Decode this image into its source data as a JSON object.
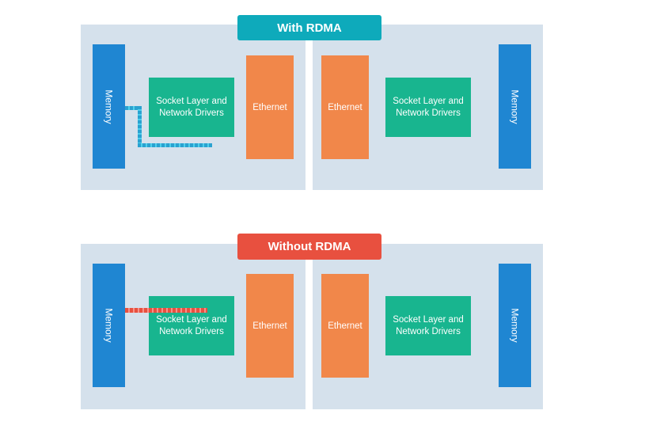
{
  "colors": {
    "panel": "#d5e1ec",
    "memory": "#1f86d2",
    "socket": "#18b58f",
    "ethernet": "#f1874a",
    "with_rdma_title": "#0eaabb",
    "without_rdma_title": "#e8503f",
    "rdma_path": "#2aa2d0",
    "no_rdma_path": "#e8503f"
  },
  "with_rdma": {
    "title": "With RDMA",
    "left": {
      "memory": "Memory",
      "socket_line1": "Socket Layer and",
      "socket_line2": "Network Drivers",
      "ethernet": "Ethernet"
    },
    "right": {
      "memory": "Memory",
      "socket_line1": "Socket Layer and",
      "socket_line2": "Network Drivers",
      "ethernet": "Ethernet"
    }
  },
  "without_rdma": {
    "title": "Without RDMA",
    "left": {
      "memory": "Memory",
      "socket_line1": "Socket Layer and",
      "socket_line2": "Network Drivers",
      "ethernet": "Ethernet"
    },
    "right": {
      "memory": "Memory",
      "socket_line1": "Socket Layer and",
      "socket_line2": "Network Drivers",
      "ethernet": "Ethernet"
    }
  }
}
